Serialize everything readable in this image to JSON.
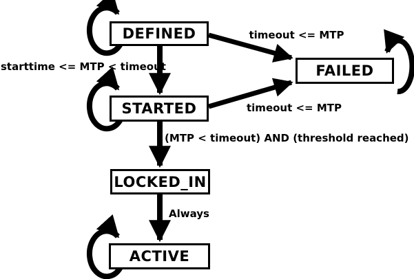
{
  "diagram": {
    "type": "state-machine",
    "background": "#ffffff",
    "foreground": "#000000",
    "states": [
      {
        "id": "defined",
        "label": "DEFINED",
        "has_self_loop": true
      },
      {
        "id": "started",
        "label": "STARTED",
        "has_self_loop": true
      },
      {
        "id": "failed",
        "label": "FAILED",
        "has_self_loop": true
      },
      {
        "id": "locked_in",
        "label": "LOCKED_IN",
        "has_self_loop": false
      },
      {
        "id": "active",
        "label": "ACTIVE",
        "has_self_loop": true
      }
    ],
    "transitions": [
      {
        "from": "DEFINED",
        "to": "STARTED",
        "label": "starttime <= MTP < timeout"
      },
      {
        "from": "DEFINED",
        "to": "FAILED",
        "label": "timeout <= MTP"
      },
      {
        "from": "STARTED",
        "to": "FAILED",
        "label": "timeout <= MTP"
      },
      {
        "from": "STARTED",
        "to": "LOCKED_IN",
        "label": "(MTP < timeout) AND (threshold reached)"
      },
      {
        "from": "LOCKED_IN",
        "to": "ACTIVE",
        "label": "Always"
      },
      {
        "from": "DEFINED",
        "to": "DEFINED",
        "label": ""
      },
      {
        "from": "STARTED",
        "to": "STARTED",
        "label": ""
      },
      {
        "from": "FAILED",
        "to": "FAILED",
        "label": ""
      },
      {
        "from": "ACTIVE",
        "to": "ACTIVE",
        "label": ""
      }
    ]
  }
}
